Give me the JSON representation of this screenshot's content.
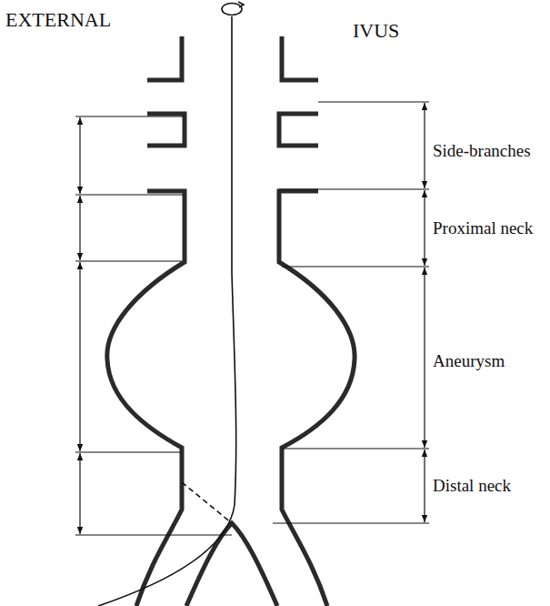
{
  "diagram": {
    "labels": [
      "EXTERNAL",
      "IVUS",
      "Side-branches",
      "Proximal neck",
      "Aneurysm",
      "Distal neck"
    ]
  }
}
